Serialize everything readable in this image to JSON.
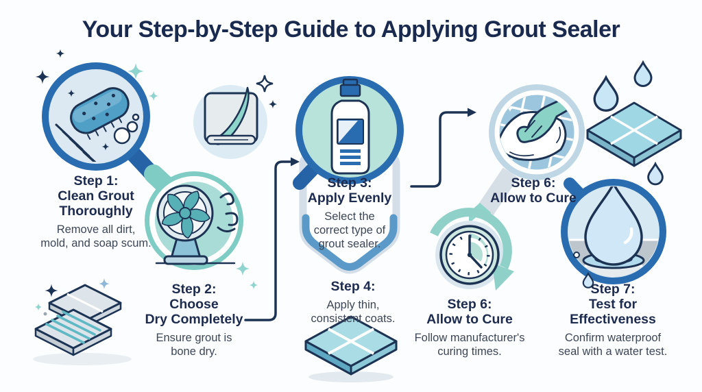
{
  "title": "Your Step-by-Step Guide to Applying Grout Sealer",
  "steps": {
    "step1": {
      "heading": "Step 1:\nClean Grout\nThoroughly",
      "sub": "Remove all dirt,\nmold, and soap scum."
    },
    "step2": {
      "heading": "Step 2:\nChoose\nDry Completely",
      "sub": "Ensure grout is\nbone dry."
    },
    "step3": {
      "heading": "Step 3:\nApply Evenly",
      "sub": "Select the\ncorrect type of\ngrout sealer."
    },
    "step4": {
      "heading": "Step 4:",
      "sub": "Apply thin,\nconsistent coats."
    },
    "step6_wipe": {
      "heading": "Step 6:\nAllow to Cure"
    },
    "step6_cure": {
      "heading": "Step 6:\nAllow to Cure",
      "sub": "Follow manufacturer's\ncuring times."
    },
    "step7": {
      "heading": "Step 7:\nTest for\nEffectiveness",
      "sub": "Confirm waterproof\nseal with a water test."
    }
  },
  "icons": {
    "step1": "sponge-scrub-magnifier-icon",
    "prep": "peeling-film-icon",
    "step2": "drying-fan-icon",
    "step3": "sealer-bottle-icon",
    "step4": "grout-tile-icon",
    "step6_wipe": "wipe-tile-hand-icon",
    "step6_cure": "curing-clock-icon",
    "step7": "water-drop-test-icon",
    "top_right": "wet-tile-droplets-icon",
    "bottom_left": "tile-stack-icon"
  },
  "palette": {
    "heading_navy": "#1d2b4f",
    "outline_navy": "#1d3354",
    "accent_blue": "#2a6cb0",
    "teal": "#7fccc4",
    "mint_fill": "#b7e3db",
    "light_blue_fill": "#dce9f2",
    "background": "#fcfdff"
  }
}
